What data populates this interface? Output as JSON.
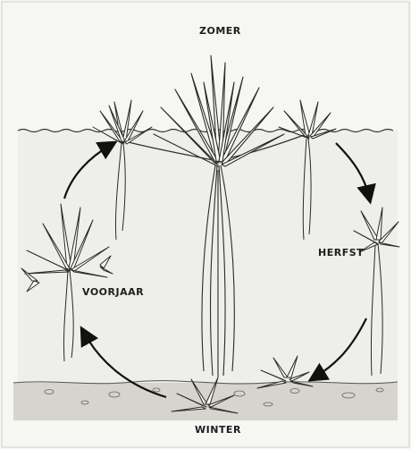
{
  "labels": {
    "summer": "ZOMER",
    "autumn": "HERFST",
    "spring": "VOORJAAR",
    "winter": "WINTER"
  },
  "colors": {
    "background": "#f6f6f3",
    "ink": "#2a2a2a",
    "water": "#eeeeea",
    "sediment": "#d6d4cc"
  },
  "icons": [
    "plant-rosette-icon",
    "cycle-arrow-icon",
    "water-surface-line",
    "sediment-bed"
  ]
}
